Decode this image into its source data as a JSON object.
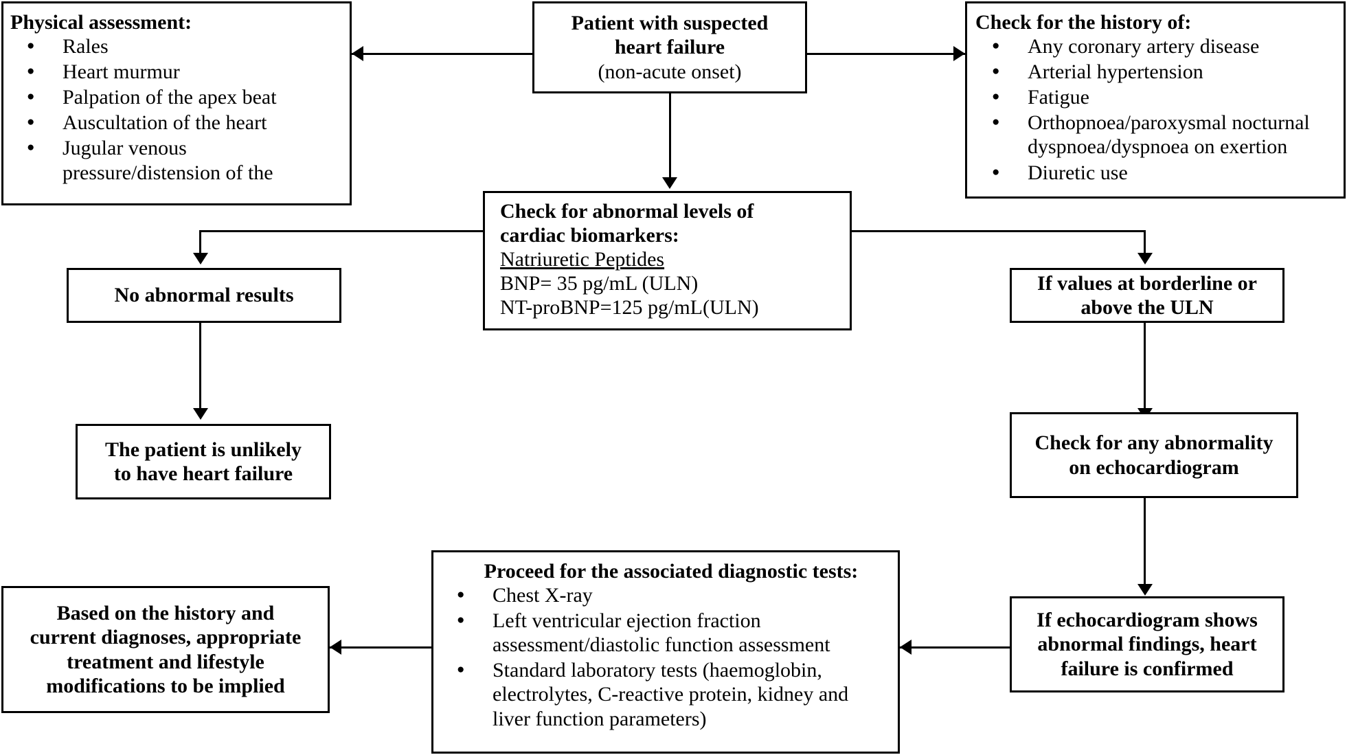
{
  "diagram": {
    "type": "flowchart",
    "title": "Heart failure diagnostic pathway",
    "nodes": {
      "physical_assessment": {
        "heading": "Physical assessment:",
        "items": [
          "Rales",
          "Heart murmur",
          "Palpation of the apex beat",
          "Auscultation of the heart",
          "Jugular venous pressure/distension of the"
        ]
      },
      "patient_suspected": {
        "line1": "Patient with suspected",
        "line2": "heart failure",
        "line3": "(non-acute onset)"
      },
      "history_check": {
        "heading": "Check for the history of:",
        "items": [
          "Any coronary artery disease",
          "Arterial hypertension",
          "Fatigue",
          "Orthopnoea/paroxysmal nocturnal dyspnoea/dyspnoea on exertion",
          "Diuretic use"
        ]
      },
      "biomarkers": {
        "heading_line1": "Check for abnormal levels of",
        "heading_line2": "cardiac biomarkers:",
        "subheading": "Natriuretic Peptides",
        "value1": "BNP= 35 pg/mL (ULN)",
        "value2": "NT-proBNP=125 pg/mL(ULN)"
      },
      "no_abnormal_results": {
        "label": "No abnormal results"
      },
      "unlikely_hf": {
        "line1": "The patient is unlikely",
        "line2": "to have heart failure"
      },
      "borderline_uln": {
        "line1": "If values at borderline or",
        "line2": "above the ULN"
      },
      "check_echo": {
        "line1": "Check for any abnormality",
        "line2": "on echocardiogram"
      },
      "echo_abnormal": {
        "line1": "If echocardiogram shows",
        "line2": "abnormal findings, heart",
        "line3": "failure is confirmed"
      },
      "diagnostic_tests": {
        "heading": "Proceed for the associated diagnostic tests:",
        "items": [
          "Chest X-ray",
          "Left ventricular ejection fraction assessment/diastolic function assessment",
          "Standard laboratory tests (haemoglobin, electrolytes, C-reactive protein, kidney and liver function parameters)"
        ]
      },
      "treatment_plan": {
        "line1": "Based on the history and",
        "line2": "current diagnoses, appropriate",
        "line3": "treatment and lifestyle",
        "line4": "modifications to be implied"
      }
    },
    "colors": {
      "stroke": "#000000",
      "fill": "#ffffff",
      "text": "#000000"
    }
  }
}
